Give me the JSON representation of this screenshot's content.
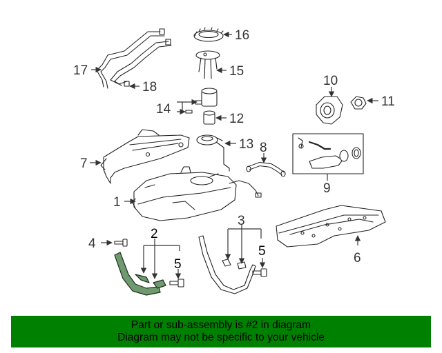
{
  "callouts": {
    "c1": "1",
    "c2": "2",
    "c3": "3",
    "c4": "4",
    "c5a": "5",
    "c5b": "5",
    "c6": "6",
    "c7": "7",
    "c8": "8",
    "c9": "9",
    "c10": "10",
    "c11": "11",
    "c12": "12",
    "c13": "13",
    "c14": "14",
    "c15": "15",
    "c16": "16",
    "c17": "17",
    "c18": "18"
  },
  "banner": {
    "line1": "Part or sub-assembly is #2 in diagram",
    "line2": "Diagram may not be specific to your vehicle"
  },
  "colors": {
    "highlight_part": "#6f9a6f",
    "banner_bg": "#008000"
  }
}
